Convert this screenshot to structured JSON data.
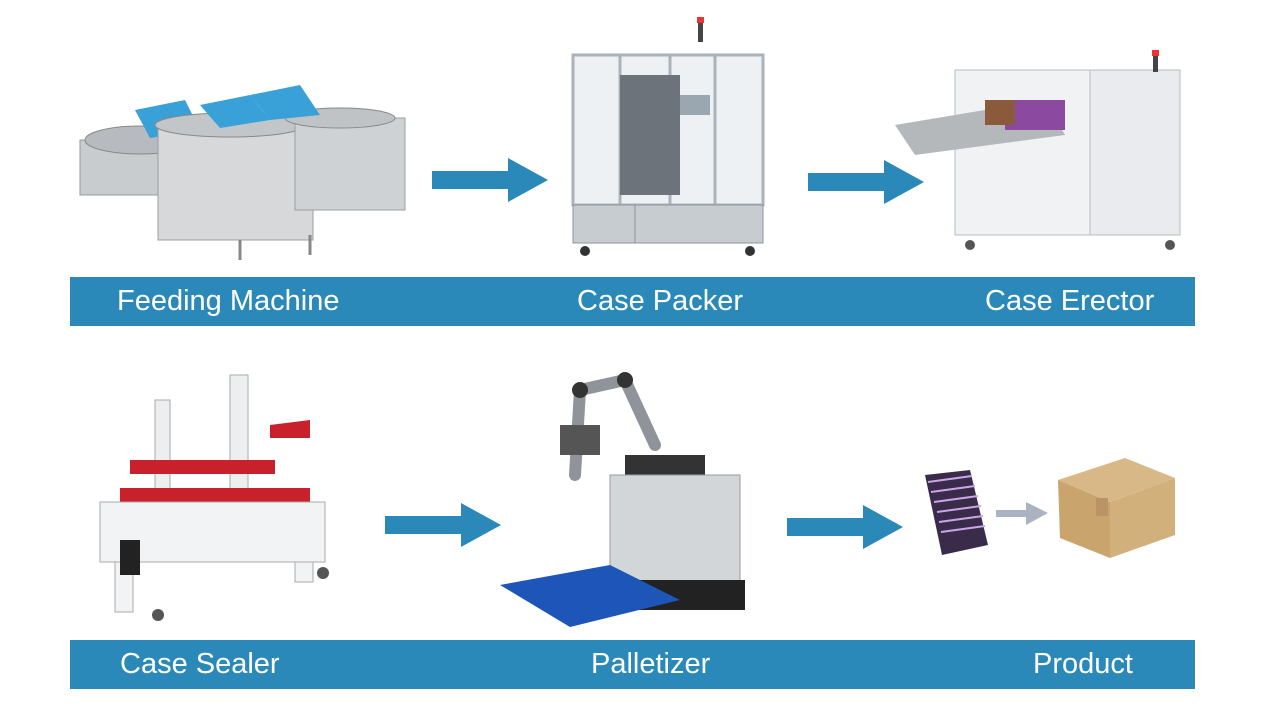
{
  "colors": {
    "band": "#2a89b9",
    "arrow": "#2a89b9",
    "product_arrow": "#a9b3c2"
  },
  "rows": [
    {
      "stages": [
        {
          "label": "Feeding Machine",
          "icon": "feeding-machine-image"
        },
        {
          "label": "Case Packer",
          "icon": "case-packer-image"
        },
        {
          "label": "Case Erector",
          "icon": "case-erector-image"
        }
      ]
    },
    {
      "stages": [
        {
          "label": "Case Sealer",
          "icon": "case-sealer-image"
        },
        {
          "label": "Palletizer",
          "icon": "palletizer-image"
        },
        {
          "label": "Product",
          "icon": "product-image"
        }
      ]
    }
  ]
}
